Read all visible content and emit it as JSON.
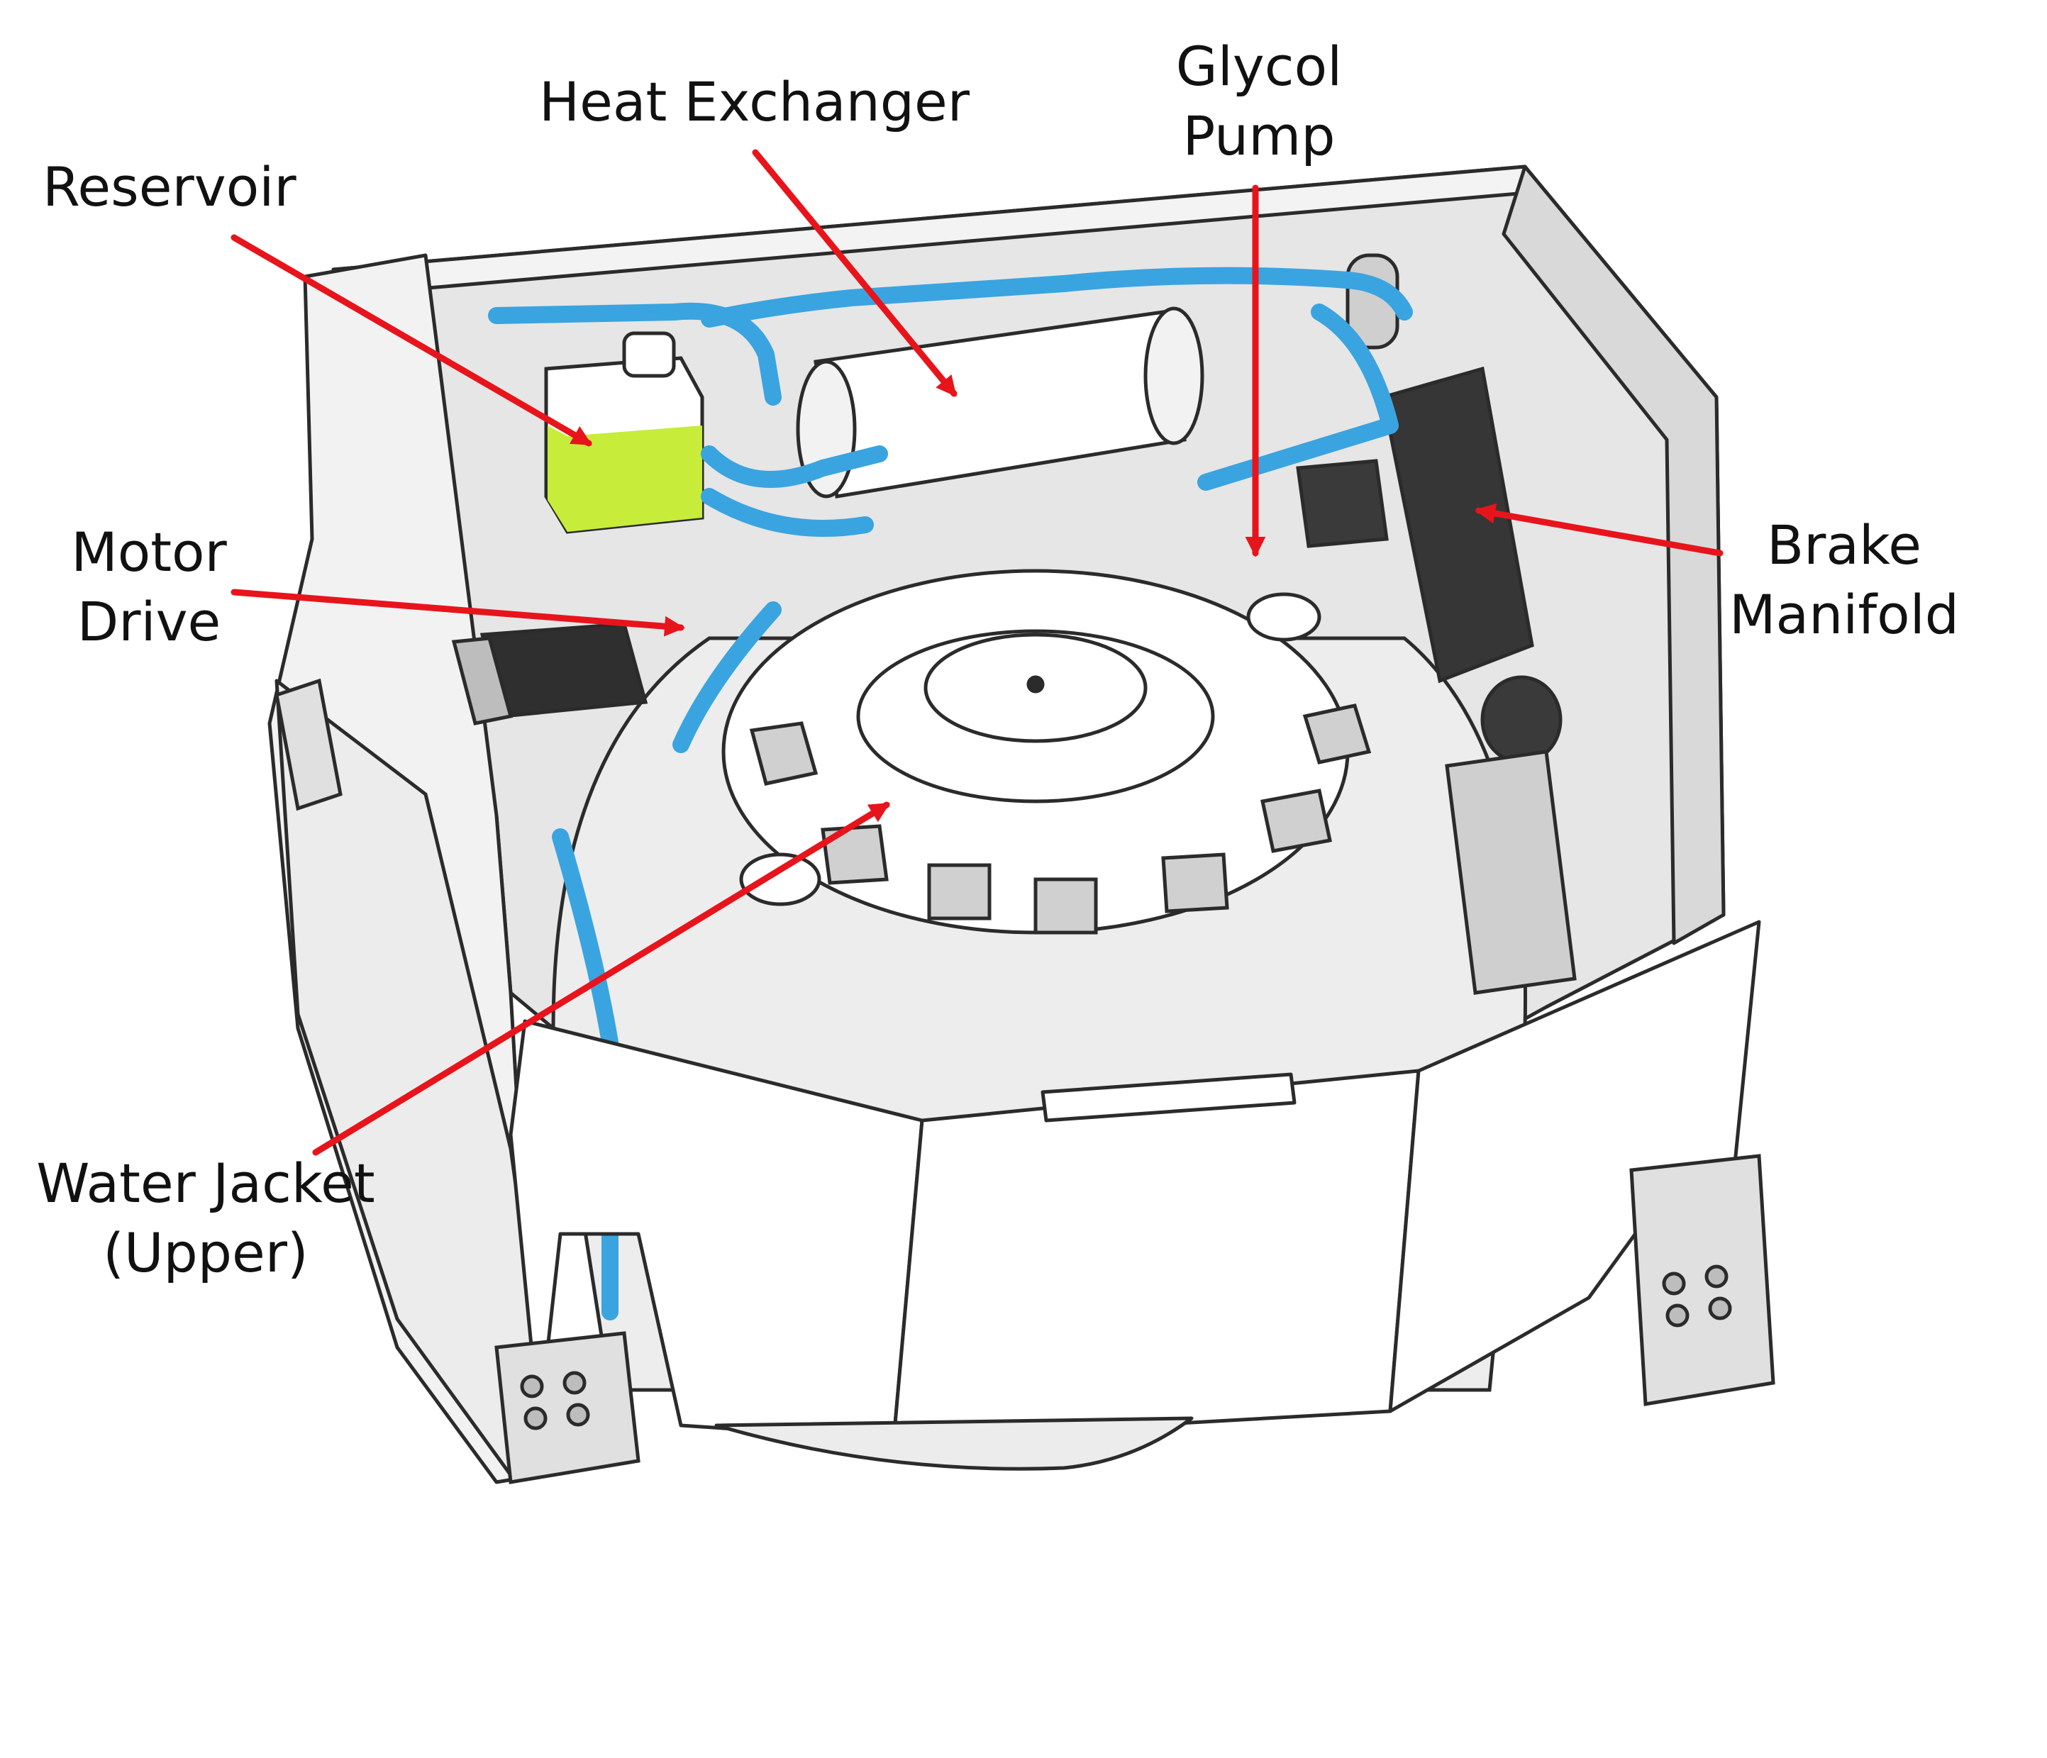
{
  "colors": {
    "arrow": "#e8141c",
    "line_art": "#2b2b2b",
    "coolant_hose": "#3aa4e0",
    "fluid": "#c8ec3a",
    "panel": "#ffffff",
    "shade_light": "#e3e3e3",
    "shade_mid": "#bdbdbd",
    "shade_dark": "#3a3a3a"
  },
  "labels": {
    "reservoir": [
      "Reservoir"
    ],
    "heat_exchanger": [
      "Heat Exchanger"
    ],
    "glycol_pump": [
      "Glycol",
      "Pump"
    ],
    "motor_drive": [
      "Motor",
      "Drive"
    ],
    "brake_manifold": [
      "Brake",
      "Manifold"
    ],
    "water_jacket_upper": [
      "Water Jacket",
      "(Upper)"
    ]
  }
}
